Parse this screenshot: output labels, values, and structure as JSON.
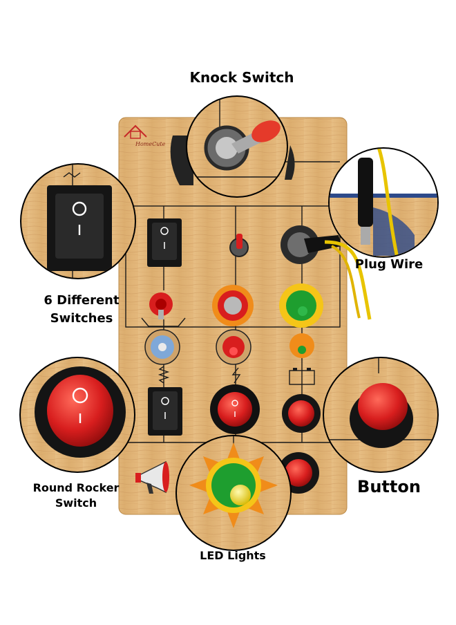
{
  "brand": {
    "logo_text": "HomeCute"
  },
  "callouts": {
    "knock_switch": "Knock Switch",
    "plug_wire": "Plug Wire",
    "six_switches_line1": "6 Different",
    "six_switches_line2": "Switches",
    "round_rocker_line1": "Round Rocker",
    "round_rocker_line2": "Switch",
    "button": "Button",
    "led_lights": "LED Lights"
  },
  "switch_marks": {
    "on": "I",
    "off": "O"
  },
  "colors": {
    "wood": "#e2b679",
    "wood_dark": "#c89452",
    "red": "#d81e1e",
    "green": "#1e9e2f",
    "yellow": "#f5df10",
    "sun_orange": "#f08c1a",
    "blue_base": "#7fa8d8",
    "wire_yellow": "#e8c400"
  },
  "icons": [
    "megaphone-icon",
    "battery-icon",
    "sun-icon",
    "spring-icon",
    "lightning-icon"
  ]
}
